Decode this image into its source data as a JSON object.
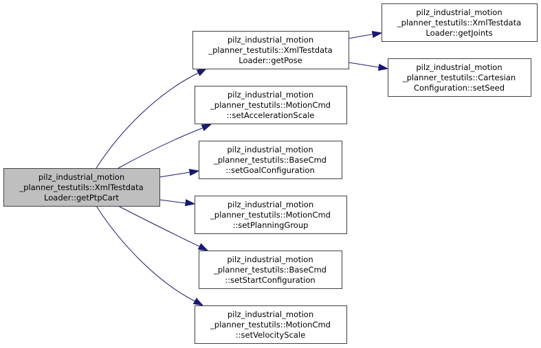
{
  "diagram": {
    "type": "call-graph",
    "colors": {
      "edge": "#191970",
      "root_fill": "#bfbfbf",
      "node_fill": "#ffffff",
      "node_border": "#404040"
    },
    "nodes": [
      {
        "id": "getPtpCart",
        "lines": [
          "pilz_industrial_motion",
          "_planner_testutils::XmlTestdata",
          "Loader::getPtpCart"
        ],
        "root": true
      },
      {
        "id": "getPose",
        "lines": [
          "pilz_industrial_motion",
          "_planner_testutils::XmlTestdata",
          "Loader::getPose"
        ]
      },
      {
        "id": "setAccelerationScale",
        "lines": [
          "pilz_industrial_motion",
          "_planner_testutils::MotionCmd",
          "::setAccelerationScale"
        ]
      },
      {
        "id": "setGoalConfiguration",
        "lines": [
          "pilz_industrial_motion",
          "_planner_testutils::BaseCmd",
          "::setGoalConfiguration"
        ]
      },
      {
        "id": "setPlanningGroup",
        "lines": [
          "pilz_industrial_motion",
          "_planner_testutils::MotionCmd",
          "::setPlanningGroup"
        ]
      },
      {
        "id": "setStartConfiguration",
        "lines": [
          "pilz_industrial_motion",
          "_planner_testutils::BaseCmd",
          "::setStartConfiguration"
        ]
      },
      {
        "id": "setVelocityScale",
        "lines": [
          "pilz_industrial_motion",
          "_planner_testutils::MotionCmd",
          "::setVelocityScale"
        ]
      },
      {
        "id": "getJoints",
        "lines": [
          "pilz_industrial_motion",
          "_planner_testutils::XmlTestdata",
          "Loader::getJoints"
        ]
      },
      {
        "id": "setSeed",
        "lines": [
          "pilz_industrial_motion",
          "_planner_testutils::Cartesian",
          "Configuration::setSeed"
        ]
      }
    ],
    "edges": [
      {
        "from": "getPtpCart",
        "to": "getPose"
      },
      {
        "from": "getPtpCart",
        "to": "setAccelerationScale"
      },
      {
        "from": "getPtpCart",
        "to": "setGoalConfiguration"
      },
      {
        "from": "getPtpCart",
        "to": "setPlanningGroup"
      },
      {
        "from": "getPtpCart",
        "to": "setStartConfiguration"
      },
      {
        "from": "getPtpCart",
        "to": "setVelocityScale"
      },
      {
        "from": "getPose",
        "to": "getJoints"
      },
      {
        "from": "getPose",
        "to": "setSeed"
      }
    ]
  }
}
